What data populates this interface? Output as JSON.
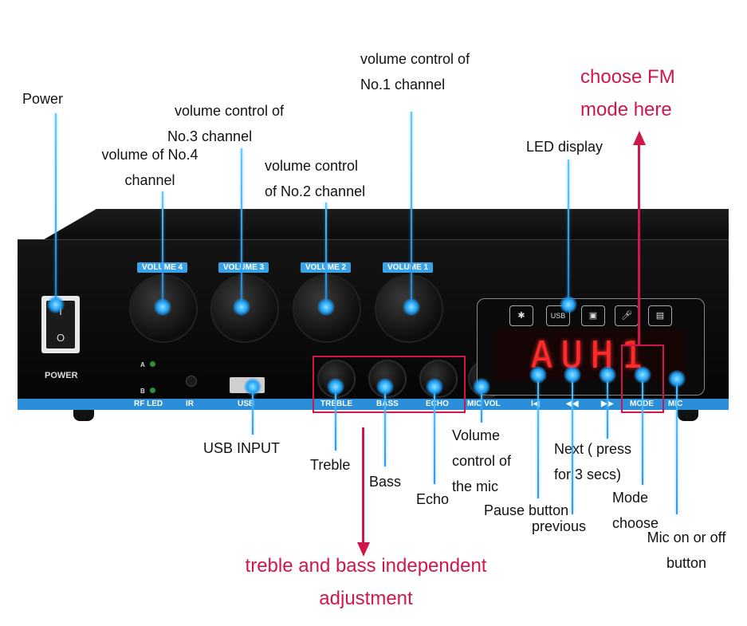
{
  "callouts": {
    "power": "Power",
    "vol3_line1": "volume control of",
    "vol3_line2": "No.3 channel",
    "vol4_line1": "volume of No.4",
    "vol4_line2": "channel",
    "vol2_line1": "volume control",
    "vol2_line2": "of No.2 channel",
    "vol1_line1": "volume control of",
    "vol1_line2": "No.1 channel",
    "fm_line1": "choose FM",
    "fm_line2": "mode here",
    "led_display": "LED display",
    "usb_input": "USB INPUT",
    "treble": "Treble",
    "bass": "Bass",
    "echo": "Echo",
    "micvol_line1": "Volume",
    "micvol_line2": "control of",
    "micvol_line3": "the mic",
    "pause": "Pause button",
    "previous": "previous",
    "next_line1": "Next ( press",
    "next_line2": "for 3 secs)",
    "mode_line1": "Mode",
    "mode_line2": "choose",
    "mic_line1": "Mic on or off",
    "mic_line2": "button",
    "tb_line1": "treble and bass independent",
    "tb_line2": "adjustment"
  },
  "panel": {
    "volume_labels": [
      "VOLUME 4",
      "VOLUME 3",
      "VOLUME 2",
      "VOLUME 1"
    ],
    "power_label": "POWER",
    "power_on": "I",
    "power_off": "O",
    "led_a": "A",
    "led_b": "B",
    "strip_labels": [
      "RF LED",
      "IR",
      "USB",
      "TREBLE",
      "BASS",
      "ECHO",
      "MIC VOL",
      "I◀",
      "◀◀",
      "▶▶",
      "MODE",
      "MIC"
    ],
    "display_text": "AUH1",
    "mode_icons": [
      "bluetooth-icon",
      "usb-icon",
      "radio-icon",
      "mic-icon",
      "remote-icon"
    ],
    "mode_icon_glyphs": [
      "✱",
      "USB",
      "▣",
      "🎤︎",
      "▤"
    ]
  },
  "colors": {
    "accent_blue": "#2a8fd8",
    "highlight_red": "#d0174c",
    "led_red": "#ff2a2a"
  }
}
